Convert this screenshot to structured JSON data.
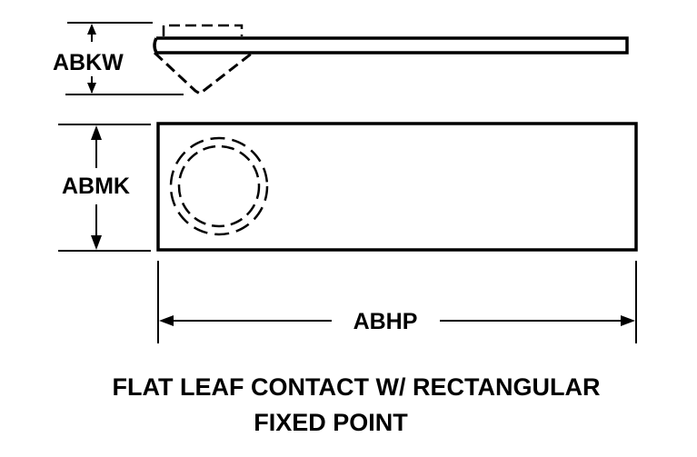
{
  "dimensions": {
    "thickness": "ABKW",
    "width": "ABMK",
    "length": "ABHP"
  },
  "caption": {
    "line1": "FLAT LEAF CONTACT W/ RECTANGULAR",
    "line2": "FIXED POINT"
  },
  "colors": {
    "ink": "#000000",
    "background": "#ffffff"
  }
}
